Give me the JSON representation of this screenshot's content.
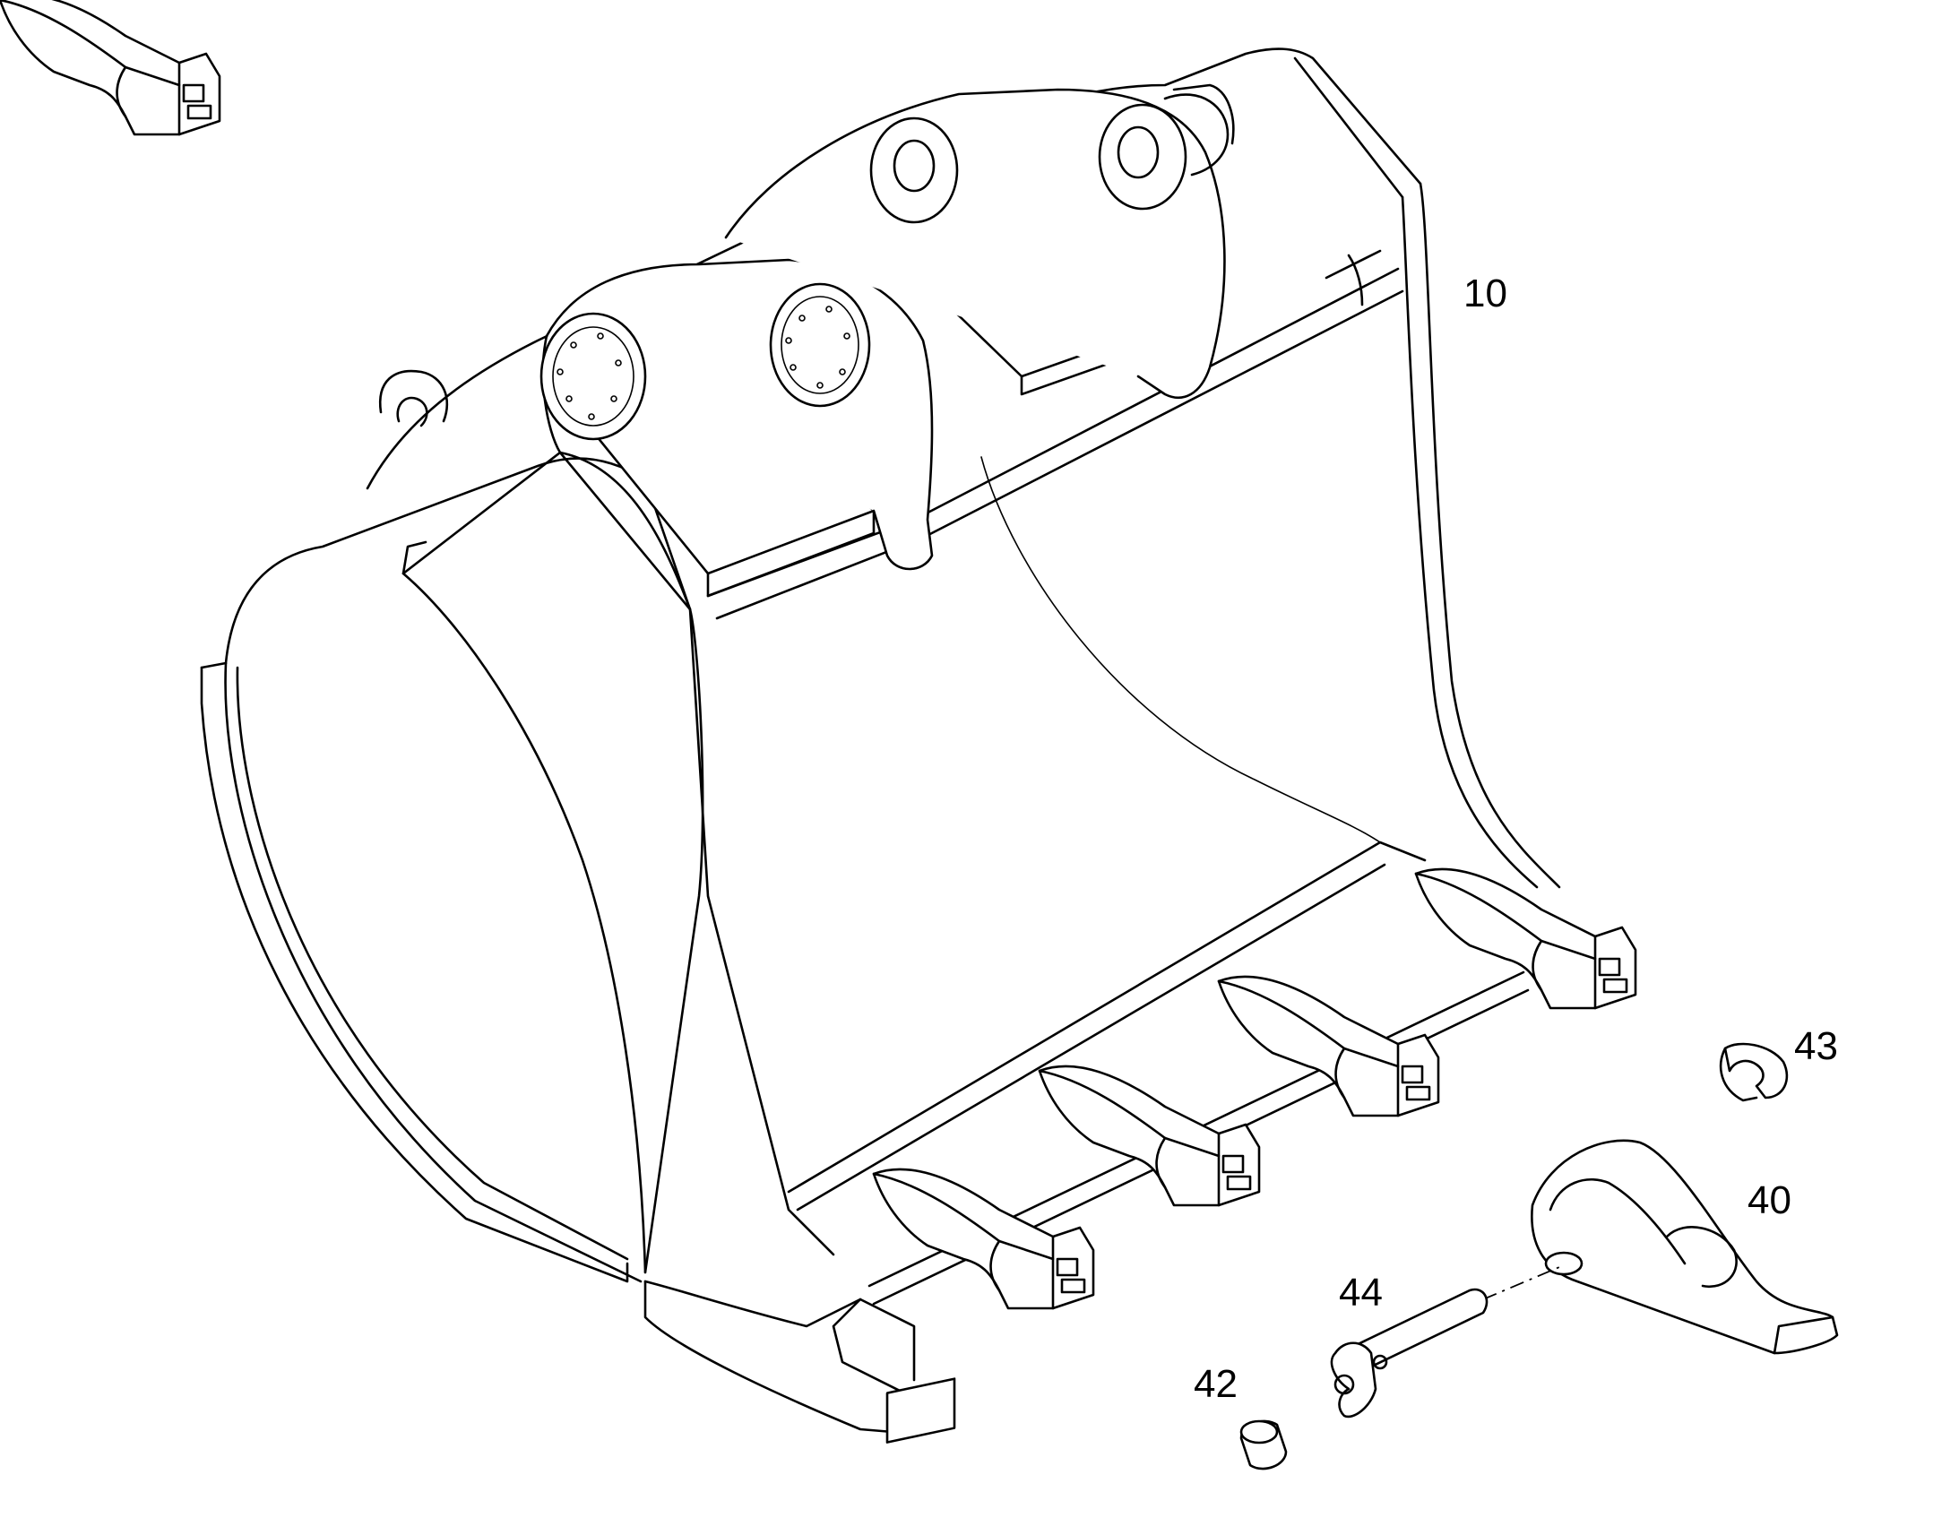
{
  "callouts": {
    "bucket": "10",
    "lock_washer": "43",
    "tooth_tip": "40",
    "tooth_pin": "44",
    "retainer": "42"
  }
}
